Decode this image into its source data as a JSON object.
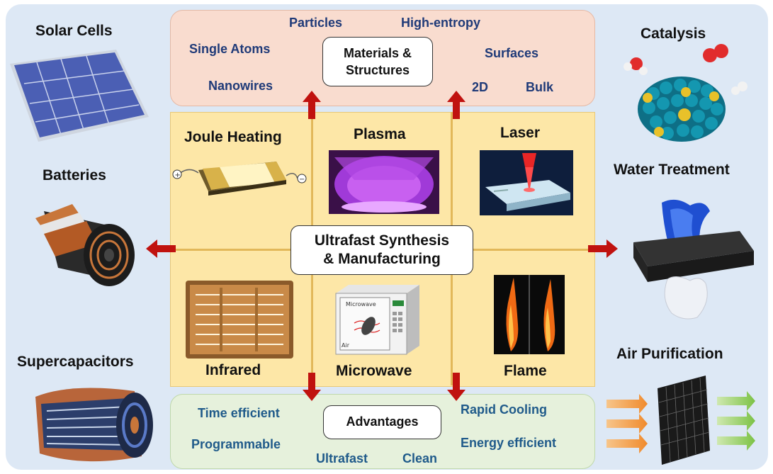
{
  "applications": {
    "solar_cells": "Solar Cells",
    "batteries": "Batteries",
    "supercapacitors": "Supercapacitors",
    "catalysis": "Catalysis",
    "water_treatment": "Water Treatment",
    "air_purification": "Air Purification"
  },
  "materials": {
    "title_line1": "Materials &",
    "title_line2": "Structures",
    "items": [
      "Particles",
      "High-entropy",
      "Single Atoms",
      "Surfaces",
      "Nanowires",
      "2D",
      "Bulk"
    ]
  },
  "methods": {
    "joule": "Joule Heating",
    "plasma": "Plasma",
    "laser": "Laser",
    "infrared": "Infrared",
    "microwave": "Microwave",
    "flame": "Flame"
  },
  "center": {
    "line1": "Ultrafast Synthesis",
    "line2": "& Manufacturing"
  },
  "advantages": {
    "title": "Advantages",
    "items": [
      "Time efficient",
      "Rapid Cooling",
      "Programmable",
      "Energy efficient",
      "Ultrafast",
      "Clean"
    ]
  },
  "image_labels": {
    "microwave_label": "Microwave",
    "air_label": "Air",
    "plus": "+",
    "minus": "−"
  },
  "colors": {
    "arrow": "#c0120f",
    "methods_panel": "#fde7a7",
    "materials_panel": "#f9dccf",
    "advantages_panel": "#e6f1dc",
    "background": "#dde8f5"
  }
}
